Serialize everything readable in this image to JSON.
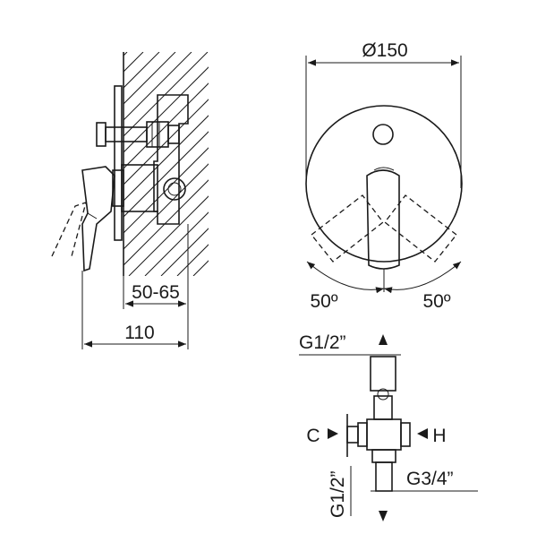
{
  "side_view": {
    "dim_wall_depth": "50-65",
    "dim_total_depth": "110"
  },
  "front_view": {
    "dim_diameter": "Ø150",
    "angle_left": "50º",
    "angle_right": "50º"
  },
  "connection_view": {
    "top_thread": "G1/2”",
    "cold_label": "C",
    "hot_label": "H",
    "bottom_thread_vertical": "G1/2”",
    "outlet_thread": "G3/4”"
  }
}
